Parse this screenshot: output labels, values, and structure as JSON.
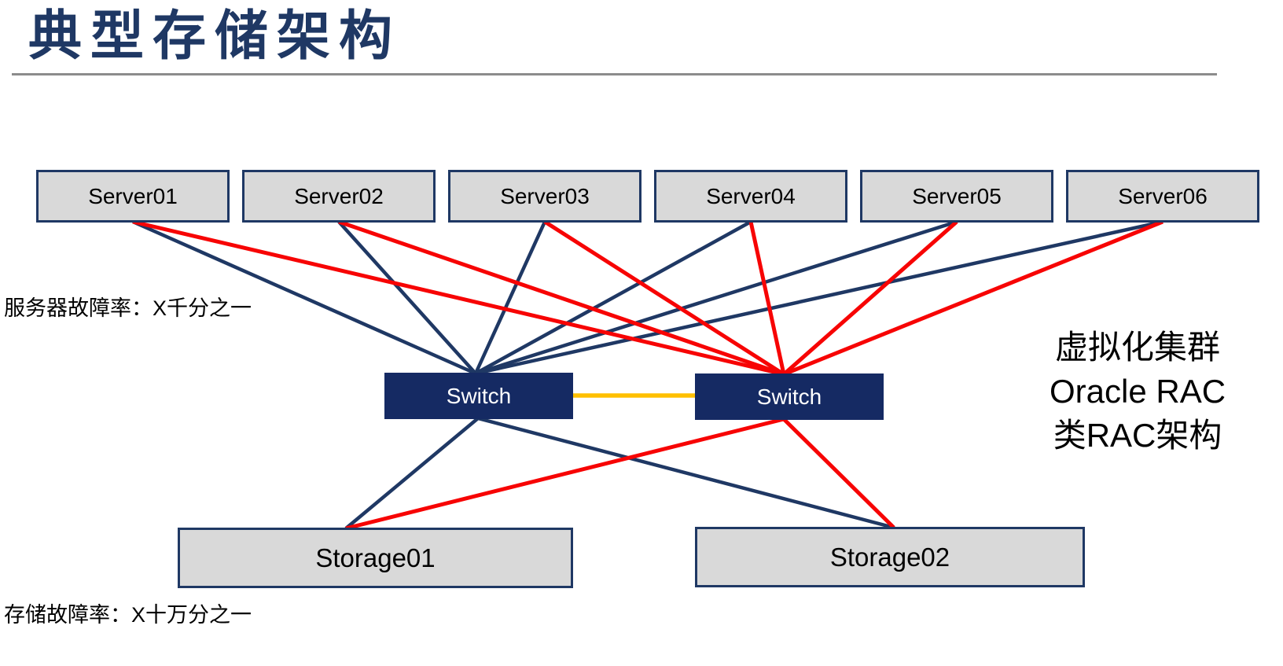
{
  "page": {
    "title": "典型存储架构"
  },
  "diagram": {
    "servers": [
      "Server01",
      "Server02",
      "Server03",
      "Server04",
      "Server05",
      "Server06"
    ],
    "switches": [
      "Switch",
      "Switch"
    ],
    "storages": [
      "Storage01",
      "Storage02"
    ],
    "labels": {
      "server_failure_rate": "服务器故障率：X千分之一",
      "storage_failure_rate": "存储故障率：X十万分之一"
    },
    "annotation": {
      "line1": "虚拟化集群",
      "line2": "Oracle RAC",
      "line3": "类RAC架构"
    },
    "edges": [
      {
        "from": "server1-bottom",
        "to": "switch1-top",
        "color": "navy"
      },
      {
        "from": "server2-bottom",
        "to": "switch1-top",
        "color": "navy"
      },
      {
        "from": "server3-bottom",
        "to": "switch1-top",
        "color": "navy"
      },
      {
        "from": "server4-bottom",
        "to": "switch1-top",
        "color": "navy"
      },
      {
        "from": "server5-bottom",
        "to": "switch1-top",
        "color": "navy"
      },
      {
        "from": "server6-bottom",
        "to": "switch1-top",
        "color": "navy"
      },
      {
        "from": "server1-bottom",
        "to": "switch2-top",
        "color": "red"
      },
      {
        "from": "server2-bottom",
        "to": "switch2-top",
        "color": "red"
      },
      {
        "from": "server3-bottom",
        "to": "switch2-top",
        "color": "red"
      },
      {
        "from": "server4-bottom",
        "to": "switch2-top",
        "color": "red"
      },
      {
        "from": "server5-bottom",
        "to": "switch2-top",
        "color": "red"
      },
      {
        "from": "server6-bottom",
        "to": "switch2-top",
        "color": "red"
      },
      {
        "from": "switch1-bottom",
        "to": "storage1-top",
        "color": "navy"
      },
      {
        "from": "switch1-bottom",
        "to": "storage2-top",
        "color": "navy"
      },
      {
        "from": "switch2-bottom",
        "to": "storage1-top",
        "color": "red"
      },
      {
        "from": "switch2-bottom",
        "to": "storage2-top",
        "color": "red"
      },
      {
        "from": "switch1-right",
        "to": "switch2-left",
        "color": "orange"
      }
    ]
  },
  "colors": {
    "navy": "#1F3864",
    "switch_fill": "#152A63",
    "red": "#F70404",
    "orange": "#FFC000",
    "box_fill": "#D9D9D9",
    "title_navy": "#1F3864",
    "rule_gray": "#8C8C8C"
  }
}
